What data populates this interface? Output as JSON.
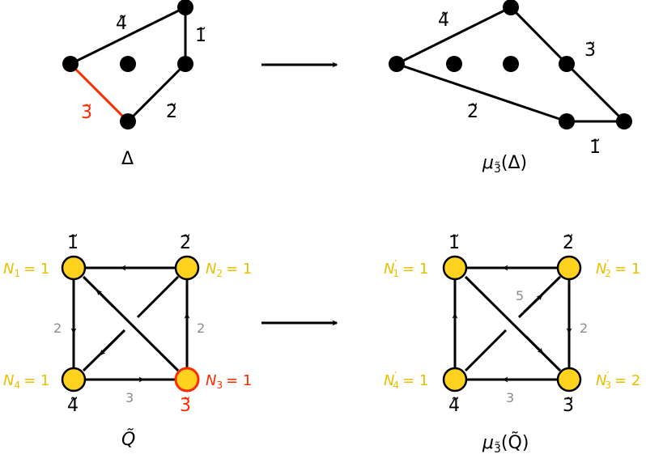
{
  "colors": {
    "ink": "#000000",
    "highlight": "#ff2a00",
    "node_fill": "#ffd21f",
    "node_label": "#e8c000",
    "weight_label": "#8c8c8c",
    "background": "#ffffff"
  },
  "top_left": {
    "caption": "Δ",
    "edge_labels": {
      "e1": "1̃",
      "e2": "2̃",
      "e3": "3̃",
      "e4": "4̃"
    }
  },
  "top_right": {
    "caption_mu": "μ",
    "caption_sub": "3̃",
    "caption_arg": "(Δ)",
    "edge_labels": {
      "e1": "1̃",
      "e2": "2̃",
      "e3": "3̃",
      "e4": "4̃"
    }
  },
  "bottom_left": {
    "caption": "Q̃",
    "vertex_labels": {
      "v1": "1̃",
      "v2": "2̃",
      "v3": "3̃",
      "v4": "4̃"
    },
    "ranks": {
      "n1": {
        "sym": "N",
        "sub": "1",
        "val": "= 1"
      },
      "n2": {
        "sym": "N",
        "sub": "2",
        "val": "= 1"
      },
      "n3": {
        "sym": "N",
        "sub": "3",
        "val": "= 1"
      },
      "n4": {
        "sym": "N",
        "sub": "4",
        "val": "= 1"
      }
    },
    "weights": {
      "w_1_4": "2",
      "w_3_2": "2",
      "w_4_3": "3"
    }
  },
  "bottom_right": {
    "caption_mu": "μ",
    "caption_sub": "3̃",
    "caption_arg": "(Q̃)",
    "vertex_labels": {
      "v1": "1̃",
      "v2": "2̃",
      "v3": "3̃",
      "v4": "4̃"
    },
    "ranks": {
      "n1": {
        "sym": "N",
        "prime": "′",
        "sub": "1",
        "val": "= 1"
      },
      "n2": {
        "sym": "N",
        "prime": "′",
        "sub": "2",
        "val": "= 1"
      },
      "n3": {
        "sym": "N",
        "prime": "′",
        "sub": "3",
        "val": "= 2"
      },
      "n4": {
        "sym": "N",
        "prime": "′",
        "sub": "4",
        "val": "= 1"
      }
    },
    "weights": {
      "w_2_3": "2",
      "w_3_4": "3",
      "w_mid_2": "5"
    }
  }
}
